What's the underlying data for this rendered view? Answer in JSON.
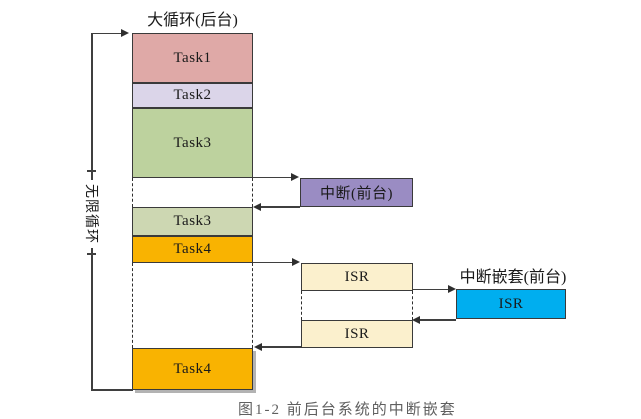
{
  "diagram": {
    "title": "大循环(后台)",
    "loop_label": "无限循环",
    "tasks": [
      {
        "label": "Task1",
        "color": "#dfa9a7"
      },
      {
        "label": "Task2",
        "color": "#dbd5e9"
      },
      {
        "label": "Task3",
        "color": "#bdd29e"
      },
      {
        "label": "Task3",
        "color": "#cdd7b2"
      },
      {
        "label": "Task4",
        "color": "#f9b301"
      },
      {
        "label": "Task4",
        "color": "#f9b301"
      }
    ],
    "interrupt": {
      "label": "中断(前台)",
      "color": "#9a8cc3"
    },
    "isr": {
      "label": "ISR",
      "color": "#fbf0cd"
    },
    "nested": {
      "title": "中断嵌套(前台)",
      "isr_label": "ISR",
      "color": "#00aeef"
    },
    "caption_fragment": "图1-2 前后台系统的中断嵌套",
    "line_color": "#3f3f3f"
  }
}
